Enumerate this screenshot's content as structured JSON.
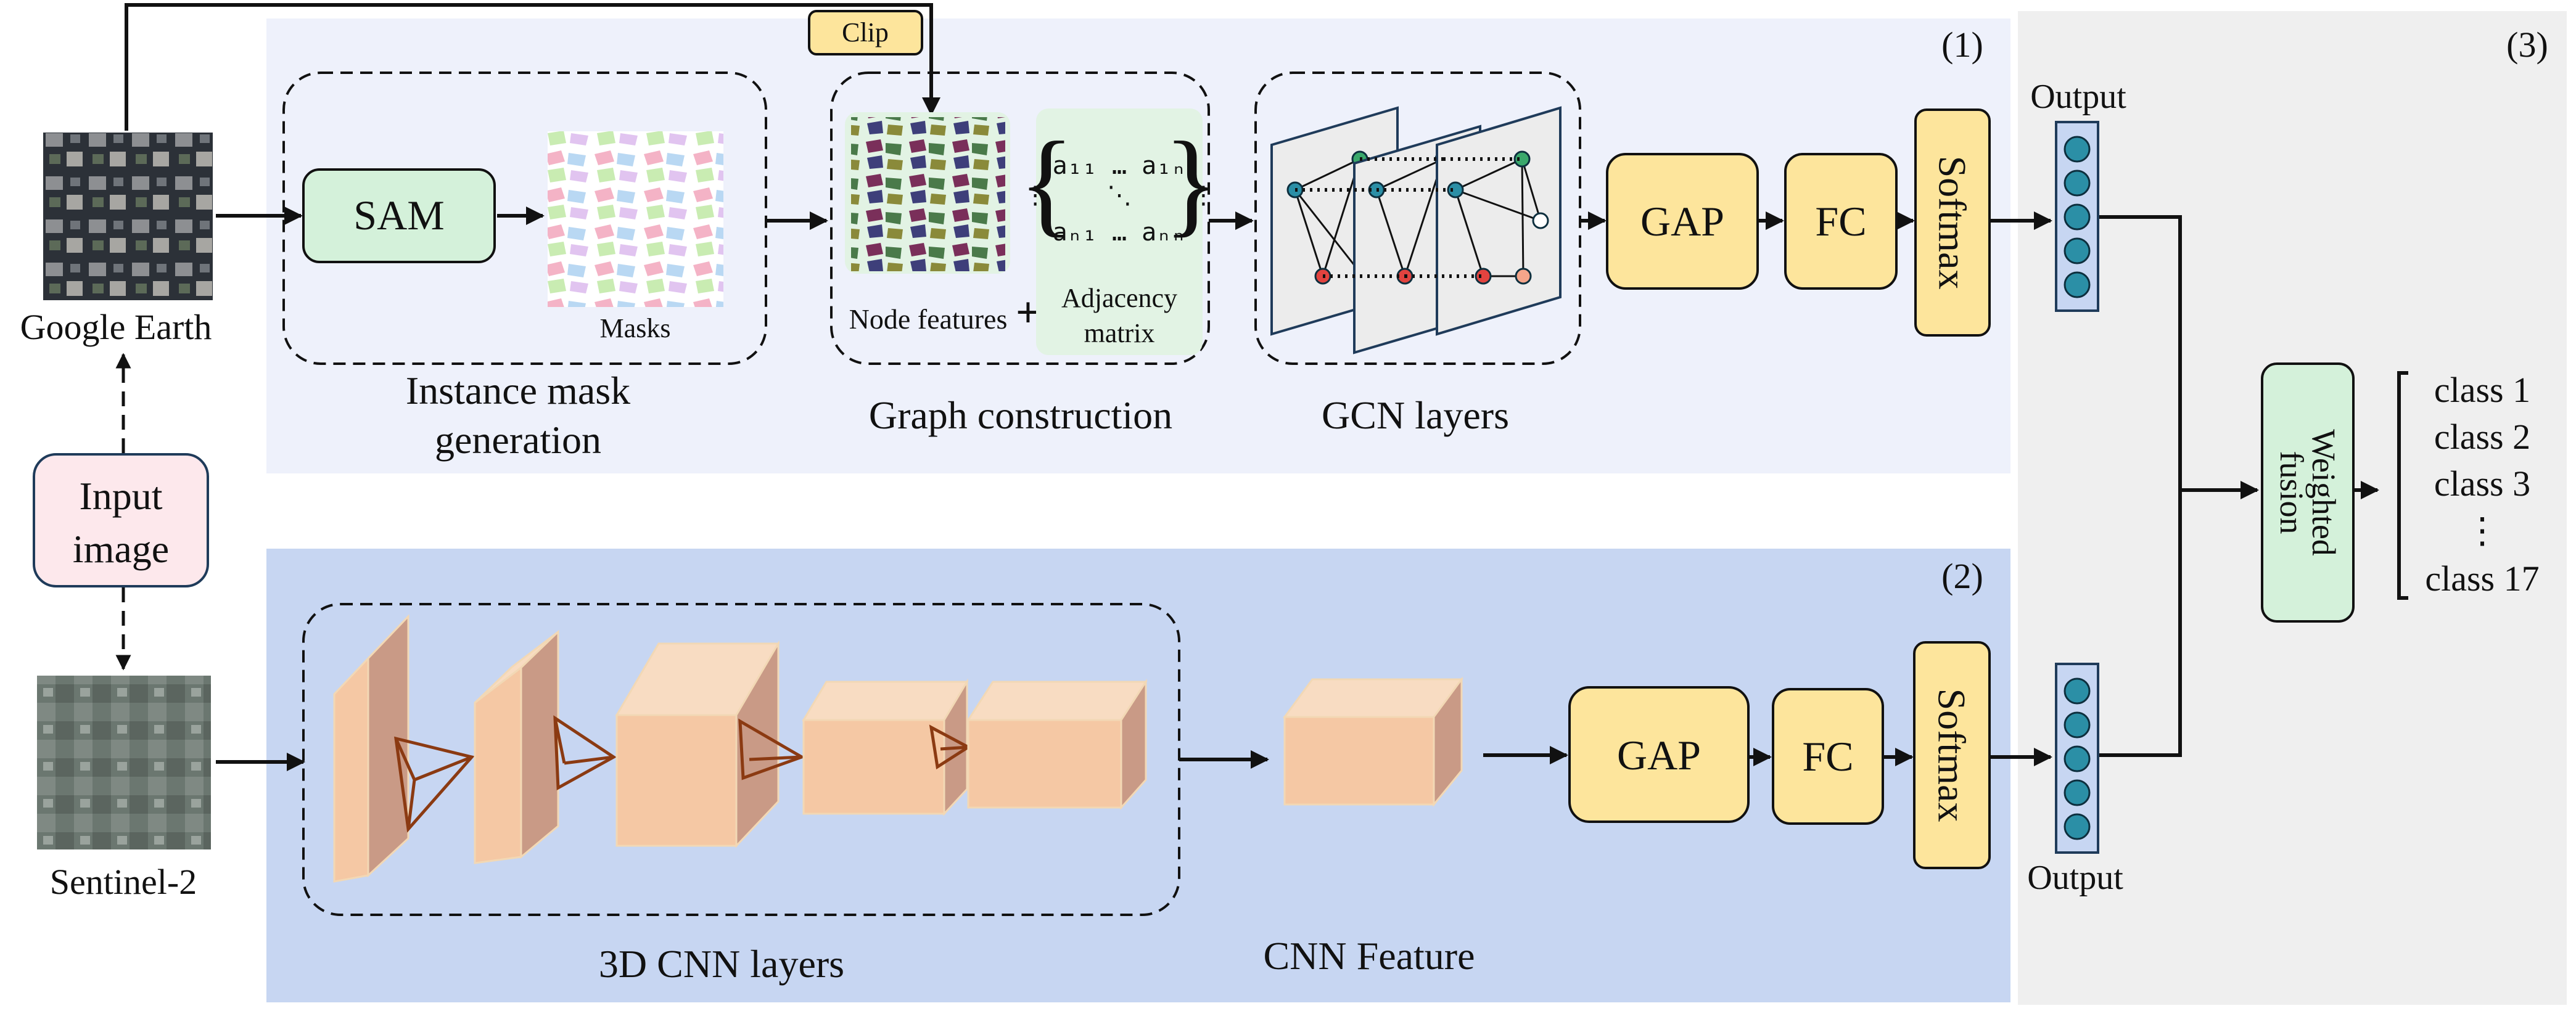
{
  "sections": {
    "gcn_branch_tag": "(1)",
    "cnn_branch_tag": "(2)",
    "fusion_tag": "(3)"
  },
  "inputs": {
    "input_label_line1": "Input",
    "input_label_line2": "image",
    "google_earth_label": "Google Earth",
    "sentinel_label": "Sentinel-2"
  },
  "gcn_branch": {
    "clip_label": "Clip",
    "sam_label": "SAM",
    "masks_label": "Masks",
    "instance_caption_line1": "Instance mask",
    "instance_caption_line2": "generation",
    "node_features_label": "Node features",
    "plus_sign": "+",
    "adjacency_label_line1": "Adjacency",
    "adjacency_label_line2": "matrix",
    "matrix_row1": "a₁₁ … a₁ₙ",
    "matrix_row2": "⋮    ⋱    ⋮",
    "matrix_row3": "aₙ₁ … aₙₙ",
    "graph_caption": "Graph construction",
    "gcn_caption": "GCN layers",
    "gap_label": "GAP",
    "fc_label": "FC",
    "softmax_label": "Softmax",
    "output_label": "Output"
  },
  "cnn_branch": {
    "cnn_layers_caption": "3D CNN layers",
    "cnn_feature_caption": "CNN Feature",
    "gap_label": "GAP",
    "fc_label": "FC",
    "softmax_label": "Softmax",
    "output_label": "Output"
  },
  "fusion": {
    "weighted_fusion_line1": "Weighted",
    "weighted_fusion_line2": "fusion",
    "classes": [
      "class 1",
      "class 2",
      "class 3",
      "⋮",
      "class 17"
    ]
  },
  "colors": {
    "gcn_panel": "#eef1fb",
    "cnn_panel": "#c7d6f2",
    "fusion_panel": "#efefef",
    "module_yellow": "#fde59c",
    "module_green": "#d4f1da",
    "input_box": "#fde8ec",
    "cube": "#f5c8a4",
    "neuron": "#2b8fa6"
  }
}
